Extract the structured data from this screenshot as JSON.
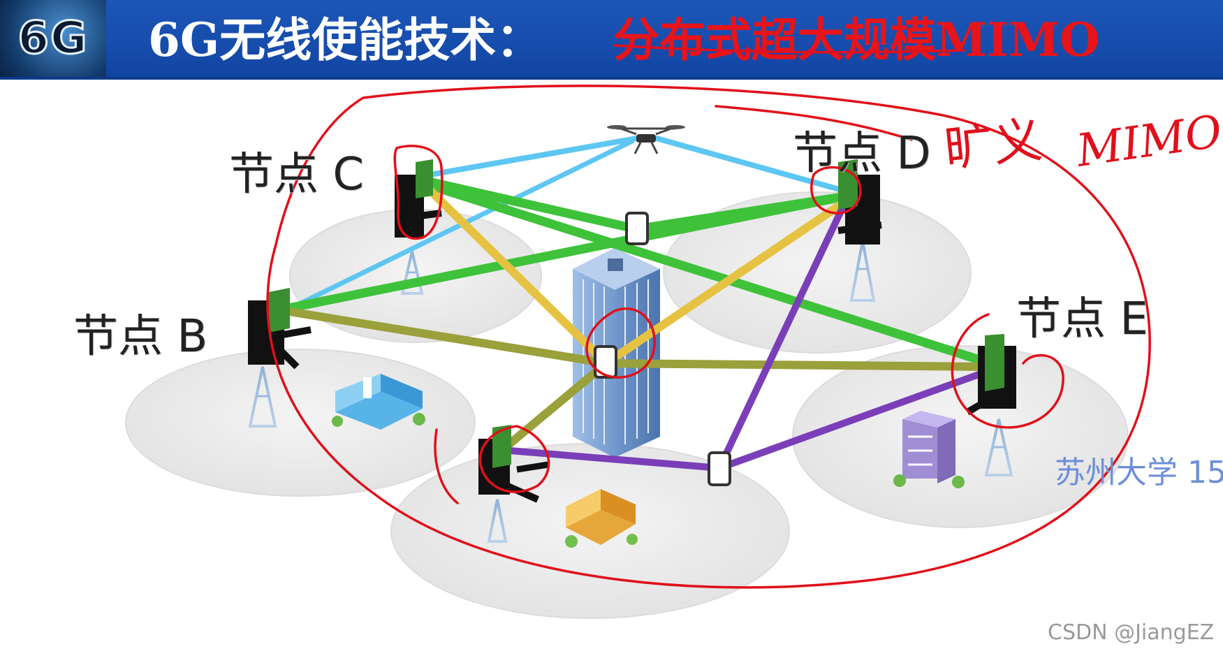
{
  "header": {
    "logo_text": "6G",
    "title_main": "6G无线使能技术：",
    "title_accent": "分布式超大规模MIMO"
  },
  "diagram": {
    "nodes": [
      {
        "id": "B",
        "label": "节点 B"
      },
      {
        "id": "C",
        "label": "节点 C"
      },
      {
        "id": "D",
        "label": "节点 D"
      },
      {
        "id": "E",
        "label": "节点 E"
      }
    ],
    "link_colors": {
      "sky": "#5ec6f2",
      "green": "#3ec23a",
      "olive": "#9aa03a",
      "gold": "#e6c242",
      "purple": "#7a3fb8"
    },
    "annotation_color": "#e0101a"
  },
  "annotation": {
    "handwriting_1": "旷义",
    "handwriting_2": "MIMO"
  },
  "watermark": {
    "affiliation": "苏州大学 15",
    "credit": "CSDN @JiangEZ"
  }
}
